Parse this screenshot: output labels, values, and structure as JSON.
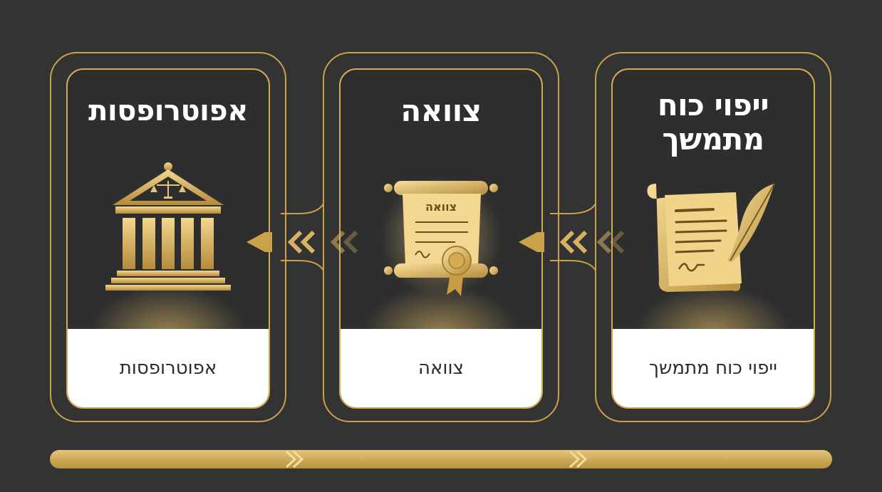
{
  "colors": {
    "background": "#333333",
    "gold": "#c9a24a",
    "card_footer": "#ffffff",
    "title_text": "#ffffff",
    "footer_text": "#2b2b2b"
  },
  "cards": [
    {
      "title": "ייפוי כוח מתמשך",
      "footer": "ייפוי כוח מתמשך",
      "icon": "document-quill-icon"
    },
    {
      "title": "צוואה",
      "footer": "צוואה",
      "icon": "scroll-seal-icon",
      "icon_text": "צוואה"
    },
    {
      "title": "אפוטרופסות",
      "footer": "אפוטרופסות",
      "icon": "courthouse-scales-icon"
    }
  ],
  "flow_direction": "right-to-left",
  "connectors": [
    "chevron-arrows-icon",
    "chevron-arrows-icon"
  ]
}
